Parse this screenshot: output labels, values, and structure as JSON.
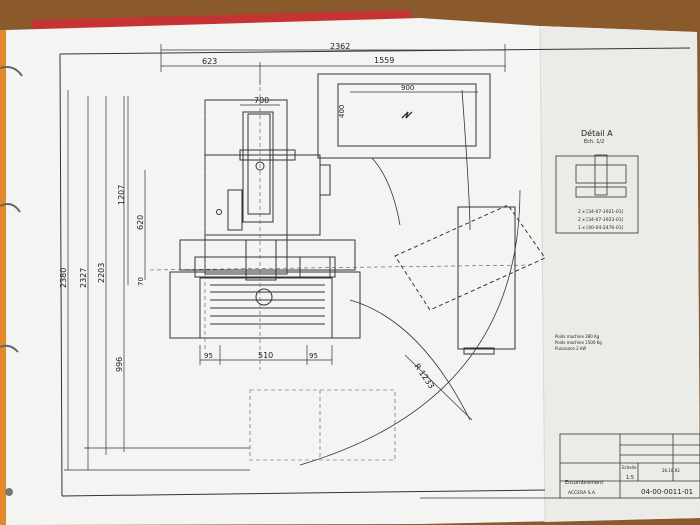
{
  "drawing": {
    "dimensions": {
      "total_width": "2362",
      "left_offset": "623",
      "right_span": "1559",
      "head_width": "700",
      "control_width": "900",
      "control_height": "400",
      "overall_height": "2380",
      "height_2": "2327",
      "height_3": "2203",
      "height_4": "996",
      "height_5": "1207",
      "column_height": "620",
      "gap": "70",
      "table_width": "510",
      "left_margin": "95",
      "right_margin": "95",
      "radius": "R 1233"
    },
    "detail": {
      "title": "Détail  A",
      "scale": "Ech. 1/2",
      "parts": [
        "2 x [34-07-1921-01]",
        "2 x [34-07-1923-01]",
        "1 x [40-04-2476-01]"
      ]
    },
    "weights": [
      "Poids machine   280 Kg",
      "Poids machine   1500 Kg",
      "Puissance       2 kW"
    ],
    "title_block": {
      "title": "Encombrement",
      "scale_label": "Echelle",
      "scale_value": "1:5",
      "drawing_number": "04-00-0011-01",
      "company": "ACCERA S.A.",
      "date": "26.10.92"
    }
  }
}
